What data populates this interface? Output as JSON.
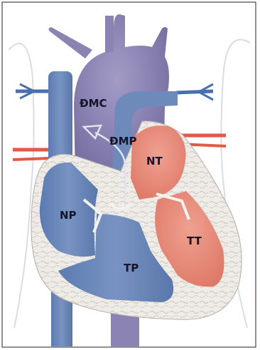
{
  "labels": {
    "dmc": "ĐMC",
    "dmp": "ĐMP",
    "nt": "NT",
    "np": "NP",
    "tt": "TT",
    "tp": "TP"
  },
  "colors": {
    "blue_chamber": "#6d8abb",
    "purple_vessel": "#8b83b2",
    "red_chamber": "#e98a7a",
    "wall": "#ece8e4",
    "vein_blue": "#4a6fb0",
    "vein_red": "#e05a46",
    "border": "#222222"
  }
}
